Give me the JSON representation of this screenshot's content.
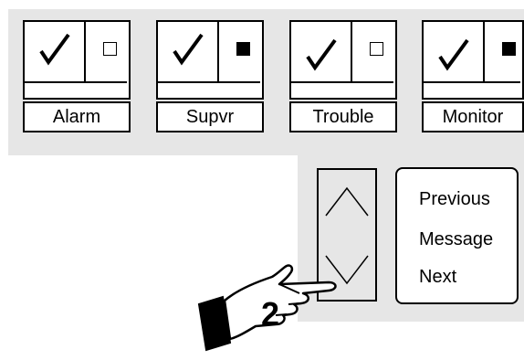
{
  "keys": [
    {
      "label": "Alarm",
      "checked": true,
      "indicator": "empty",
      "check_icon": "checkmark-icon"
    },
    {
      "label": "Supvr",
      "checked": true,
      "indicator": "filled",
      "check_icon": "checkmark-icon"
    },
    {
      "label": "Trouble",
      "checked": true,
      "indicator": "empty",
      "check_icon": "checkmark-icon"
    },
    {
      "label": "Monitor",
      "checked": true,
      "indicator": "filled",
      "check_icon": "checkmark-icon"
    }
  ],
  "navigation": {
    "up_icon": "chevron-up-icon",
    "down_icon": "chevron-down-icon",
    "lines": [
      "Previous",
      "Message",
      "Next"
    ]
  },
  "callout": {
    "step_number": "2",
    "icon": "pointing-hand-icon"
  },
  "colors": {
    "panel": "#e6e6e6",
    "ink": "#000000"
  }
}
